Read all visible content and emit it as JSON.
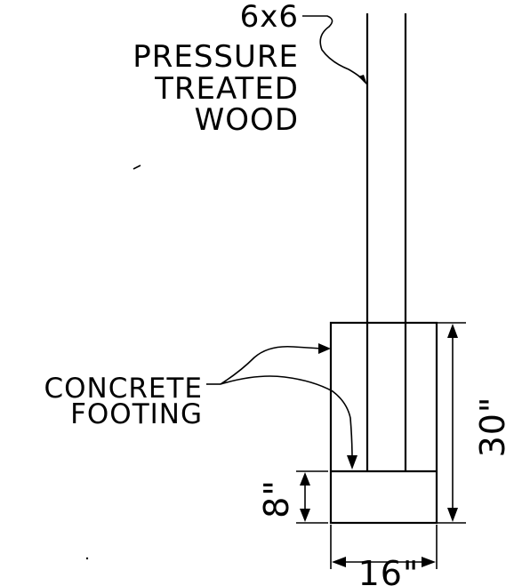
{
  "post_label": {
    "line1": "6x6",
    "line2": "PRESSURE",
    "line3": "TREATED",
    "line4": "WOOD"
  },
  "footing_label": {
    "line1": "CONCRETE",
    "line2": "FOOTING"
  },
  "dimensions": {
    "height": "30\"",
    "base_thickness": "8\"",
    "width": "16\""
  }
}
